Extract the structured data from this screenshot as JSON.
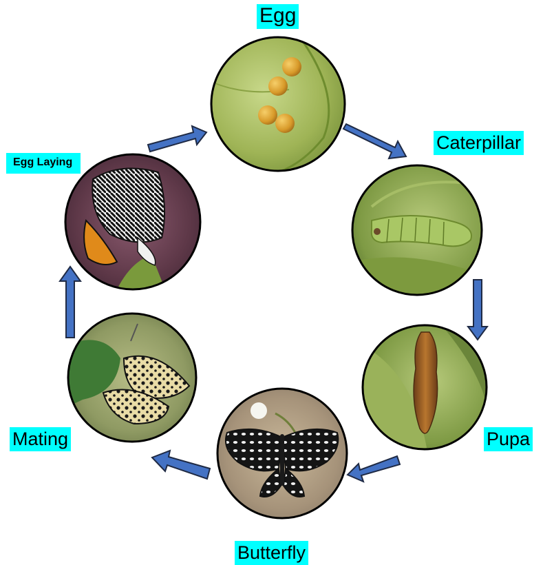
{
  "stages": {
    "egg": "Egg",
    "caterpillar": "Caterpillar",
    "pupa": "Pupa",
    "butterfly": "Butterfly",
    "mating": "Mating",
    "egg_laying": "Egg Laying"
  },
  "colors": {
    "label_bg": "#00ffff",
    "arrow_fill": "#4472c4",
    "arrow_stroke": "#1f2a44",
    "circle_border": "#000000"
  }
}
